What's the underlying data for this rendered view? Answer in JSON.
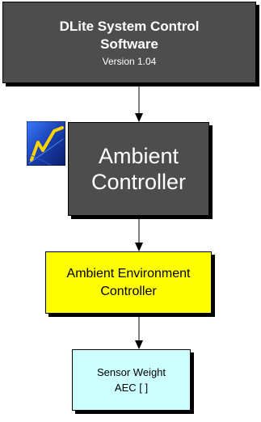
{
  "nodes": {
    "system_software": {
      "title_line1": "DLite System Control",
      "title_line2": "Software",
      "version": "Version 1.04"
    },
    "ambient_controller": {
      "line1": "Ambient",
      "line2": "Controller"
    },
    "ambient_environment_controller": {
      "line1": "Ambient Environment",
      "line2": "Controller"
    },
    "sensor_weight": {
      "line1": "Sensor Weight",
      "line2": "AEC [ ]"
    }
  },
  "colors": {
    "dark_box": "#4d4d4d",
    "yellow_box": "#ffff00",
    "cyan_box": "#ccffff",
    "logo_blue": "#1a3fb0",
    "logo_yellow": "#ffd400"
  },
  "icons": {
    "logo": "chart-logo-icon"
  }
}
